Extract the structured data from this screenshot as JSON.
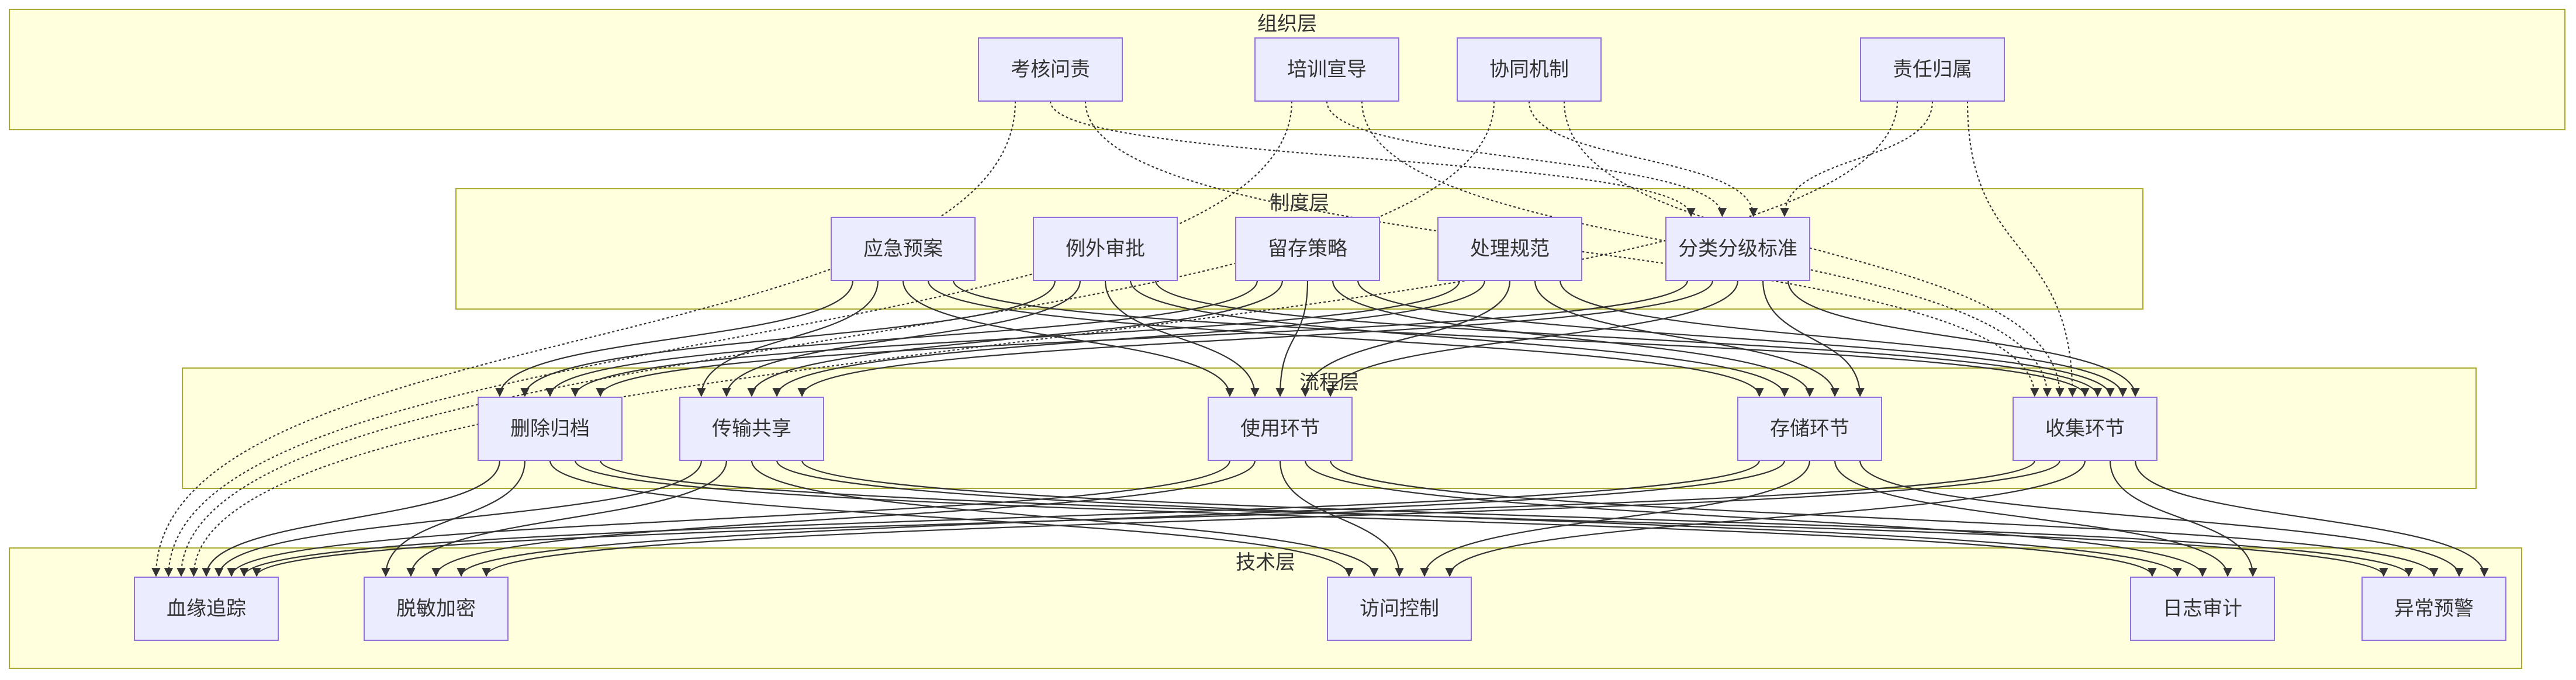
{
  "layers": [
    {
      "id": "org",
      "title": "组织层"
    },
    {
      "id": "sys",
      "title": "制度层"
    },
    {
      "id": "proc",
      "title": "流程层"
    },
    {
      "id": "tech",
      "title": "技术层"
    }
  ],
  "nodes": [
    {
      "id": "khwz",
      "label": "考核问责",
      "layer": "org"
    },
    {
      "id": "pxxd",
      "label": "培训宣导",
      "layer": "org"
    },
    {
      "id": "xtjz",
      "label": "协同机制",
      "layer": "org"
    },
    {
      "id": "zrgs",
      "label": "责任归属",
      "layer": "org"
    },
    {
      "id": "yjya",
      "label": "应急预案",
      "layer": "sys"
    },
    {
      "id": "lwsp",
      "label": "例外审批",
      "layer": "sys"
    },
    {
      "id": "lccl",
      "label": "留存策略",
      "layer": "sys"
    },
    {
      "id": "clgf",
      "label": "处理规范",
      "layer": "sys"
    },
    {
      "id": "flfj",
      "label": "分类分级标准",
      "layer": "sys"
    },
    {
      "id": "scgd",
      "label": "删除归档",
      "layer": "proc"
    },
    {
      "id": "csgx",
      "label": "传输共享",
      "layer": "proc"
    },
    {
      "id": "syhj",
      "label": "使用环节",
      "layer": "proc"
    },
    {
      "id": "cchj",
      "label": "存储环节",
      "layer": "proc"
    },
    {
      "id": "sjhj",
      "label": "收集环节",
      "layer": "proc"
    },
    {
      "id": "xyzz",
      "label": "血缘追踪",
      "layer": "tech"
    },
    {
      "id": "tmjm",
      "label": "脱敏加密",
      "layer": "tech"
    },
    {
      "id": "fwkz",
      "label": "访问控制",
      "layer": "tech"
    },
    {
      "id": "rzsj",
      "label": "日志审计",
      "layer": "tech"
    },
    {
      "id": "ycyj",
      "label": "异常预警",
      "layer": "tech"
    }
  ],
  "edges": [
    {
      "from": "khwz",
      "to": "xyzz",
      "style": "dotted"
    },
    {
      "from": "pxxd",
      "to": "xyzz",
      "style": "dotted"
    },
    {
      "from": "xtjz",
      "to": "xyzz",
      "style": "dotted"
    },
    {
      "from": "zrgs",
      "to": "xyzz",
      "style": "dotted"
    },
    {
      "from": "khwz",
      "to": "flfj",
      "style": "dotted"
    },
    {
      "from": "pxxd",
      "to": "flfj",
      "style": "dotted"
    },
    {
      "from": "xtjz",
      "to": "flfj",
      "style": "dotted"
    },
    {
      "from": "zrgs",
      "to": "flfj",
      "style": "dotted"
    },
    {
      "from": "khwz",
      "to": "sjhj",
      "style": "dotted"
    },
    {
      "from": "pxxd",
      "to": "sjhj",
      "style": "dotted"
    },
    {
      "from": "xtjz",
      "to": "sjhj",
      "style": "dotted"
    },
    {
      "from": "zrgs",
      "to": "sjhj",
      "style": "dotted"
    },
    {
      "from": "yjya",
      "to": "scgd",
      "style": "solid"
    },
    {
      "from": "lwsp",
      "to": "scgd",
      "style": "solid"
    },
    {
      "from": "lccl",
      "to": "scgd",
      "style": "solid"
    },
    {
      "from": "clgf",
      "to": "scgd",
      "style": "solid"
    },
    {
      "from": "flfj",
      "to": "scgd",
      "style": "solid"
    },
    {
      "from": "yjya",
      "to": "csgx",
      "style": "solid"
    },
    {
      "from": "lwsp",
      "to": "csgx",
      "style": "solid"
    },
    {
      "from": "lccl",
      "to": "csgx",
      "style": "solid"
    },
    {
      "from": "clgf",
      "to": "csgx",
      "style": "solid"
    },
    {
      "from": "flfj",
      "to": "csgx",
      "style": "solid"
    },
    {
      "from": "yjya",
      "to": "syhj",
      "style": "solid"
    },
    {
      "from": "lwsp",
      "to": "syhj",
      "style": "solid"
    },
    {
      "from": "lccl",
      "to": "syhj",
      "style": "solid"
    },
    {
      "from": "clgf",
      "to": "syhj",
      "style": "solid"
    },
    {
      "from": "flfj",
      "to": "syhj",
      "style": "solid"
    },
    {
      "from": "yjya",
      "to": "cchj",
      "style": "solid"
    },
    {
      "from": "lwsp",
      "to": "cchj",
      "style": "solid"
    },
    {
      "from": "lccl",
      "to": "cchj",
      "style": "solid"
    },
    {
      "from": "clgf",
      "to": "cchj",
      "style": "solid"
    },
    {
      "from": "flfj",
      "to": "cchj",
      "style": "solid"
    },
    {
      "from": "yjya",
      "to": "sjhj",
      "style": "solid"
    },
    {
      "from": "lwsp",
      "to": "sjhj",
      "style": "solid"
    },
    {
      "from": "lccl",
      "to": "sjhj",
      "style": "solid"
    },
    {
      "from": "clgf",
      "to": "sjhj",
      "style": "solid"
    },
    {
      "from": "flfj",
      "to": "sjhj",
      "style": "solid"
    },
    {
      "from": "scgd",
      "to": "xyzz",
      "style": "solid"
    },
    {
      "from": "csgx",
      "to": "xyzz",
      "style": "solid"
    },
    {
      "from": "syhj",
      "to": "xyzz",
      "style": "solid"
    },
    {
      "from": "cchj",
      "to": "xyzz",
      "style": "solid"
    },
    {
      "from": "sjhj",
      "to": "xyzz",
      "style": "solid"
    },
    {
      "from": "scgd",
      "to": "tmjm",
      "style": "solid"
    },
    {
      "from": "csgx",
      "to": "tmjm",
      "style": "solid"
    },
    {
      "from": "syhj",
      "to": "tmjm",
      "style": "solid"
    },
    {
      "from": "cchj",
      "to": "tmjm",
      "style": "solid"
    },
    {
      "from": "sjhj",
      "to": "tmjm",
      "style": "solid"
    },
    {
      "from": "scgd",
      "to": "fwkz",
      "style": "solid"
    },
    {
      "from": "csgx",
      "to": "fwkz",
      "style": "solid"
    },
    {
      "from": "syhj",
      "to": "fwkz",
      "style": "solid"
    },
    {
      "from": "cchj",
      "to": "fwkz",
      "style": "solid"
    },
    {
      "from": "sjhj",
      "to": "fwkz",
      "style": "solid"
    },
    {
      "from": "scgd",
      "to": "rzsj",
      "style": "solid"
    },
    {
      "from": "csgx",
      "to": "rzsj",
      "style": "solid"
    },
    {
      "from": "syhj",
      "to": "rzsj",
      "style": "solid"
    },
    {
      "from": "cchj",
      "to": "rzsj",
      "style": "solid"
    },
    {
      "from": "sjhj",
      "to": "rzsj",
      "style": "solid"
    },
    {
      "from": "scgd",
      "to": "ycyj",
      "style": "solid"
    },
    {
      "from": "csgx",
      "to": "ycyj",
      "style": "solid"
    },
    {
      "from": "syhj",
      "to": "ycyj",
      "style": "solid"
    },
    {
      "from": "cchj",
      "to": "ycyj",
      "style": "solid"
    },
    {
      "from": "sjhj",
      "to": "ycyj",
      "style": "solid"
    }
  ]
}
